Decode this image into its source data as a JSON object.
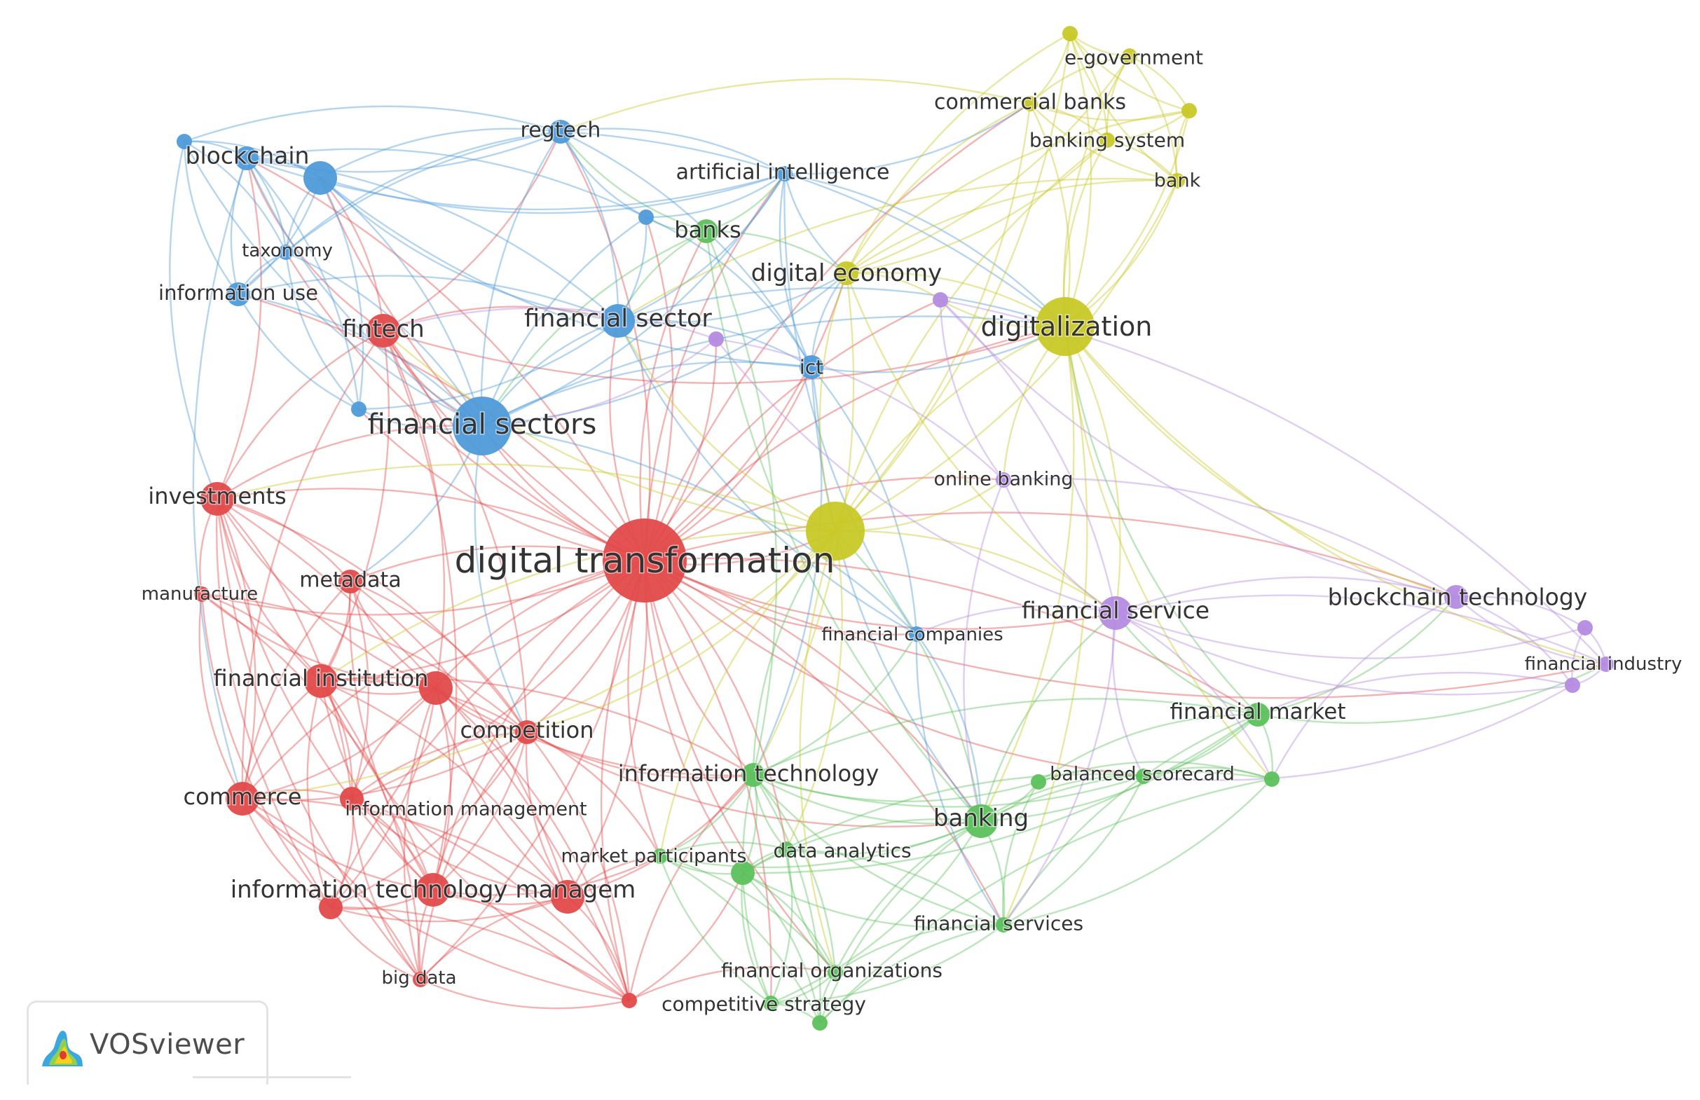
{
  "colors": {
    "cluster1_red": "#e24a4a",
    "cluster2_green": "#5cc15c",
    "cluster3_blue": "#4f9bd9",
    "cluster4_yellow": "#c8c827",
    "cluster5_purple": "#b48be0",
    "label": "#333333"
  },
  "nodes": [
    {
      "id": "digital_transformation",
      "label": "digital transformation",
      "cluster": 1,
      "size": 5
    },
    {
      "id": "fintech",
      "label": "fintech",
      "cluster": 1,
      "size": 3
    },
    {
      "id": "investments",
      "label": "investments",
      "cluster": 1,
      "size": 3
    },
    {
      "id": "manufacture",
      "label": "manufacture",
      "cluster": 1,
      "size": 1
    },
    {
      "id": "metadata",
      "label": "metadata",
      "cluster": 1,
      "size": 2
    },
    {
      "id": "financial_institution",
      "label": "financial institution",
      "cluster": 1,
      "size": 3
    },
    {
      "id": "red_unlabeled_1",
      "label": "",
      "cluster": 1,
      "size": 3
    },
    {
      "id": "competition",
      "label": "competition",
      "cluster": 1,
      "size": 2
    },
    {
      "id": "commerce",
      "label": "commerce",
      "cluster": 1,
      "size": 3
    },
    {
      "id": "information_management",
      "label": "information management",
      "cluster": 1,
      "size": 2
    },
    {
      "id": "information_technology_managem",
      "label": "information technology managem",
      "cluster": 1,
      "size": 3
    },
    {
      "id": "red_unlabeled_2",
      "label": "",
      "cluster": 1,
      "size": 3
    },
    {
      "id": "red_unlabeled_3",
      "label": "",
      "cluster": 1,
      "size": 2
    },
    {
      "id": "big_data",
      "label": "big data",
      "cluster": 1,
      "size": 1
    },
    {
      "id": "red_unlabeled_4",
      "label": "",
      "cluster": 1,
      "size": 1
    },
    {
      "id": "banks",
      "label": "banks",
      "cluster": 2,
      "size": 2
    },
    {
      "id": "information_technology",
      "label": "information technology",
      "cluster": 2,
      "size": 2
    },
    {
      "id": "banking",
      "label": "banking",
      "cluster": 2,
      "size": 3
    },
    {
      "id": "balanced_scorecard",
      "label": "balanced scorecard",
      "cluster": 2,
      "size": 1
    },
    {
      "id": "green_unlabeled_1",
      "label": "",
      "cluster": 2,
      "size": 1
    },
    {
      "id": "green_unlabeled_2",
      "label": "",
      "cluster": 2,
      "size": 1
    },
    {
      "id": "financial_market",
      "label": "financial market",
      "cluster": 2,
      "size": 2
    },
    {
      "id": "market_participants",
      "label": "market participants",
      "cluster": 2,
      "size": 1
    },
    {
      "id": "data_analytics",
      "label": "data analytics",
      "cluster": 2,
      "size": 1
    },
    {
      "id": "green_unlabeled_3",
      "label": "",
      "cluster": 2,
      "size": 2
    },
    {
      "id": "financial_services",
      "label": "financial services",
      "cluster": 2,
      "size": 1
    },
    {
      "id": "financial_organizations",
      "label": "financial organizations",
      "cluster": 2,
      "size": 1
    },
    {
      "id": "competitive_strategy",
      "label": "competitive strategy",
      "cluster": 2,
      "size": 1
    },
    {
      "id": "green_unlabeled_4",
      "label": "",
      "cluster": 2,
      "size": 1
    },
    {
      "id": "blockchain",
      "label": "blockchain",
      "cluster": 3,
      "size": 2
    },
    {
      "id": "blue_unlabeled_1",
      "label": "",
      "cluster": 3,
      "size": 1
    },
    {
      "id": "blue_unlabeled_2",
      "label": "",
      "cluster": 3,
      "size": 3
    },
    {
      "id": "regtech",
      "label": "regtech",
      "cluster": 3,
      "size": 2
    },
    {
      "id": "artificial_intelligence",
      "label": "artificial intelligence",
      "cluster": 3,
      "size": 1
    },
    {
      "id": "blue_unlabeled_3",
      "label": "",
      "cluster": 3,
      "size": 1
    },
    {
      "id": "taxonomy",
      "label": "taxonomy",
      "cluster": 3,
      "size": 1
    },
    {
      "id": "information_use",
      "label": "information use",
      "cluster": 3,
      "size": 2
    },
    {
      "id": "financial_sector",
      "label": "financial sector",
      "cluster": 3,
      "size": 3
    },
    {
      "id": "ict",
      "label": "ict",
      "cluster": 3,
      "size": 2
    },
    {
      "id": "blue_unlabeled_4",
      "label": "",
      "cluster": 3,
      "size": 1
    },
    {
      "id": "financial_sectors",
      "label": "financial sectors",
      "cluster": 3,
      "size": 4
    },
    {
      "id": "financial_companies",
      "label": "financial companies",
      "cluster": 3,
      "size": 1
    },
    {
      "id": "yellow_unlabeled_1",
      "label": "",
      "cluster": 4,
      "size": 1
    },
    {
      "id": "e_government",
      "label": "e-government",
      "cluster": 4,
      "size": 1
    },
    {
      "id": "commercial_banks",
      "label": "commercial banks",
      "cluster": 4,
      "size": 1
    },
    {
      "id": "yellow_unlabeled_2",
      "label": "",
      "cluster": 4,
      "size": 1
    },
    {
      "id": "banking_system",
      "label": "banking system",
      "cluster": 4,
      "size": 1
    },
    {
      "id": "bank",
      "label": "bank",
      "cluster": 4,
      "size": 1
    },
    {
      "id": "digital_economy",
      "label": "digital economy",
      "cluster": 4,
      "size": 2
    },
    {
      "id": "digitalization",
      "label": "digitalization",
      "cluster": 4,
      "size": 4
    },
    {
      "id": "yellow_unlabeled_3",
      "label": "",
      "cluster": 4,
      "size": 4
    },
    {
      "id": "purple_unlabeled_1",
      "label": "",
      "cluster": 5,
      "size": 1
    },
    {
      "id": "purple_unlabeled_2",
      "label": "",
      "cluster": 5,
      "size": 1
    },
    {
      "id": "online_banking",
      "label": "online banking",
      "cluster": 5,
      "size": 1
    },
    {
      "id": "financial_service",
      "label": "financial service",
      "cluster": 5,
      "size": 3
    },
    {
      "id": "blockchain_technology",
      "label": "blockchain technology",
      "cluster": 5,
      "size": 2
    },
    {
      "id": "purple_unlabeled_3",
      "label": "",
      "cluster": 5,
      "size": 1
    },
    {
      "id": "financial_industry",
      "label": "financial industry",
      "cluster": 5,
      "size": 1
    },
    {
      "id": "purple_unlabeled_4",
      "label": "",
      "cluster": 5,
      "size": 1
    }
  ],
  "logo": {
    "label": "VOSviewer"
  }
}
